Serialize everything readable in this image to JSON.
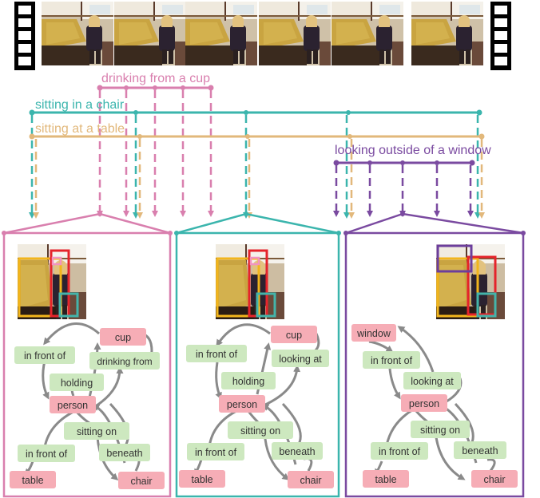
{
  "colors": {
    "pink": "#d97fae",
    "teal": "#3bb5ad",
    "tan": "#e2b87b",
    "purple": "#7a4aa0",
    "rel_fill": "#cde8bf",
    "obj_fill": "#f6adb6",
    "arrow": "#8a8a8a",
    "bbox_yellow": "#f2b51c",
    "bbox_red": "#e5242b",
    "bbox_teal": "#44b4aa",
    "bbox_pink": "#f293c2",
    "bbox_purple": "#6c3e9c"
  },
  "actions": {
    "drinking": "drinking from a cup",
    "sitting_chair": "sitting in a chair",
    "sitting_table": "sitting at a table",
    "looking": "looking outside of a window"
  },
  "panels": [
    {
      "nodes": {
        "cup": "cup",
        "in_front_top": "in front of",
        "drinking_from": "drinking from",
        "holding": "holding",
        "person": "person",
        "sitting_on": "sitting on",
        "in_front_bottom": "in front of",
        "beneath": "beneath",
        "table": "table",
        "chair": "chair"
      }
    },
    {
      "nodes": {
        "cup": "cup",
        "in_front_top": "in front of",
        "looking_at": "looking at",
        "holding": "holding",
        "person": "person",
        "sitting_on": "sitting on",
        "in_front_bottom": "in front of",
        "beneath": "beneath",
        "table": "table",
        "chair": "chair"
      }
    },
    {
      "nodes": {
        "window": "window",
        "in_front_top": "in front of",
        "looking_at": "looking at",
        "person": "person",
        "sitting_on": "sitting on",
        "in_front_bottom": "in front of",
        "beneath": "beneath",
        "table": "table",
        "chair": "chair"
      }
    }
  ]
}
